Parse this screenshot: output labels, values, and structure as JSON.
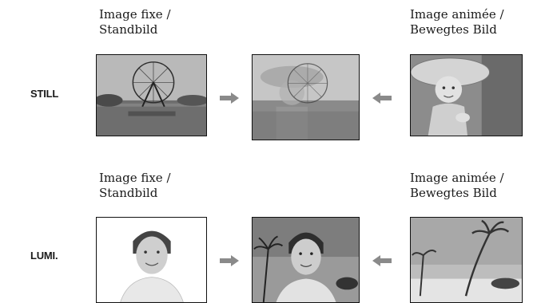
{
  "rows": [
    {
      "label": "STILL",
      "still_caption": {
        "line1": "Image fixe  /",
        "line2": "Standbild"
      },
      "motion_caption": {
        "line1": "Image animée /",
        "line2": "Bewegtes Bild"
      },
      "photos": {
        "source_still": "ferris-wheel-photo",
        "combined": "ferris-wheel-girl-overlay-photo",
        "source_motion": "girl-in-hat-photo"
      }
    },
    {
      "label": "LUMI.",
      "still_caption": {
        "line1": "Image fixe  /",
        "line2": "Standbild"
      },
      "motion_caption": {
        "line1": "Image animée /",
        "line2": "Bewegtes Bild"
      },
      "photos": {
        "source_still": "woman-portrait-photo",
        "combined": "woman-on-beach-overlay-photo",
        "source_motion": "palm-beach-photo"
      }
    }
  ],
  "colors": {
    "arrow": "#8a8a8a",
    "border": "#111111"
  }
}
